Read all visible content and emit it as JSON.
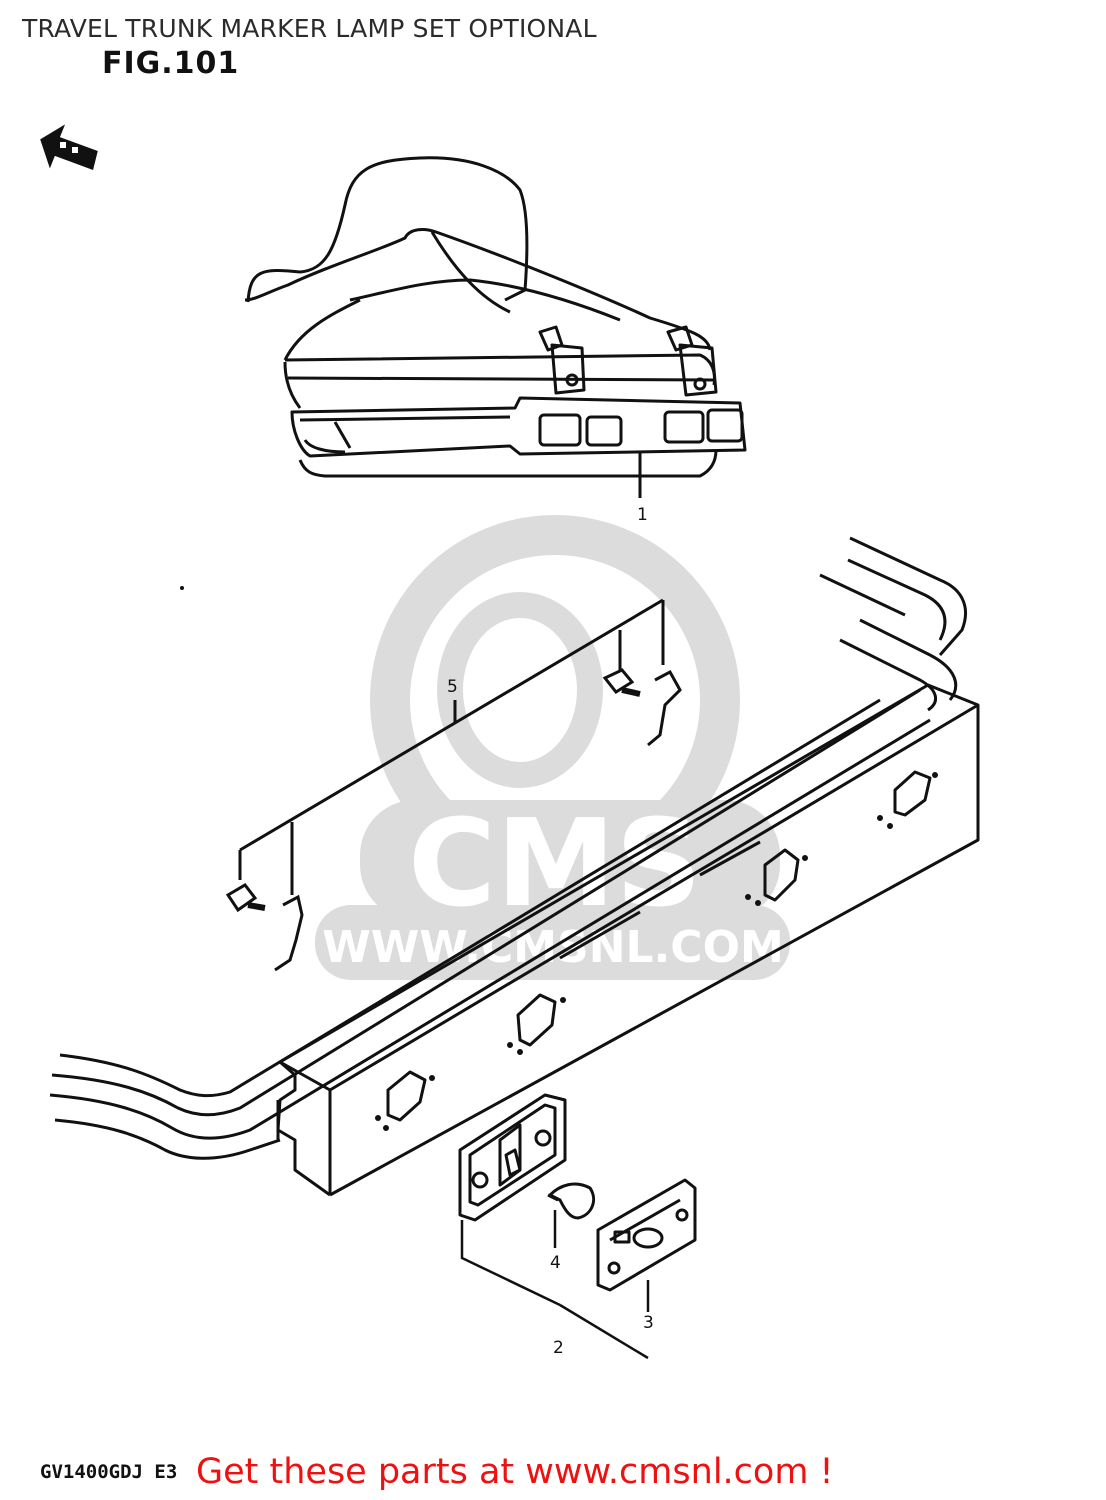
{
  "header": {
    "title": "TRAVEL TRUNK MARKER LAMP SET OPTIONAL",
    "figure": "FIG.101"
  },
  "callouts": [
    {
      "id": "1",
      "label": "1"
    },
    {
      "id": "2",
      "label": "2"
    },
    {
      "id": "3",
      "label": "3"
    },
    {
      "id": "4",
      "label": "4"
    },
    {
      "id": "5",
      "label": "5"
    }
  ],
  "watermark": {
    "logo_text": "CMS",
    "url_text": "WWW.CMSNL.COM"
  },
  "footer": {
    "model_code": "GV1400GDJ E3",
    "cta_text": "Get these parts at www.cmsnl.com !"
  },
  "colors": {
    "line": "#111111",
    "watermark": "#dcdcdc",
    "cta": "#ee1111"
  },
  "icons": [
    "front-direction-arrow-icon"
  ]
}
